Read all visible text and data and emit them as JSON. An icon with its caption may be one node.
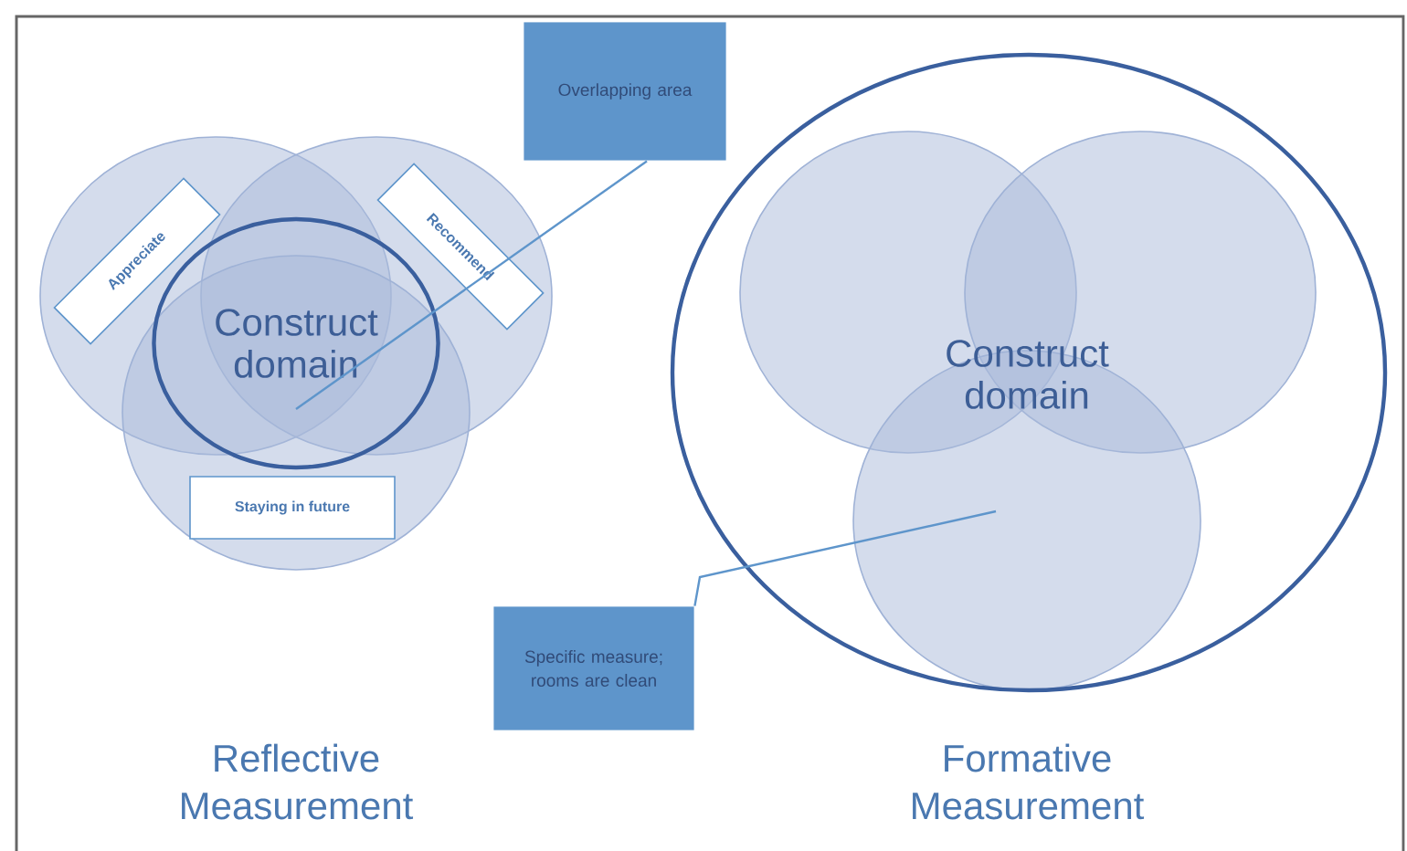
{
  "diagram": {
    "nodes": [
      {
        "text": [
          "Construct domain"
        ]
      },
      {
        "text": [
          "Appreciate"
        ]
      },
      {
        "text": [
          "Recommend"
        ]
      },
      {
        "text": [
          "Staying in future"
        ]
      },
      {
        "text": [
          "Overlapping area"
        ]
      },
      {
        "text": [
          "Construct domain"
        ]
      },
      {
        "text": [
          "Specific measure; rooms are clean"
        ]
      }
    ],
    "edges": [
      {
        "from": 4,
        "to": 0,
        "arrow": "none"
      },
      {
        "from": 6,
        "to": 5,
        "arrow": "none"
      }
    ],
    "labels": [
      "Reflective Measurement",
      "Formative Measurement"
    ]
  }
}
